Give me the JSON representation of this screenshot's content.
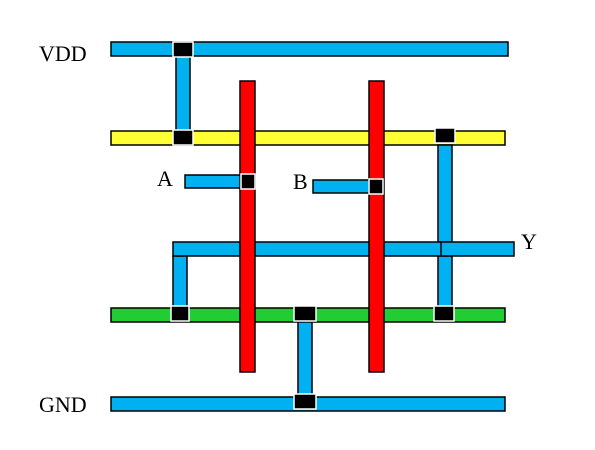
{
  "labels": {
    "vdd": "VDD",
    "gnd": "GND",
    "input_a": "A",
    "input_b": "B",
    "output_y": "Y"
  },
  "colors": {
    "metal": "#00B0F0",
    "polysilicon": "#FF0000",
    "p_diffusion": "#FFFF33",
    "n_diffusion": "#22CC33",
    "contact": "#000000",
    "background": "#FFFFFF"
  }
}
